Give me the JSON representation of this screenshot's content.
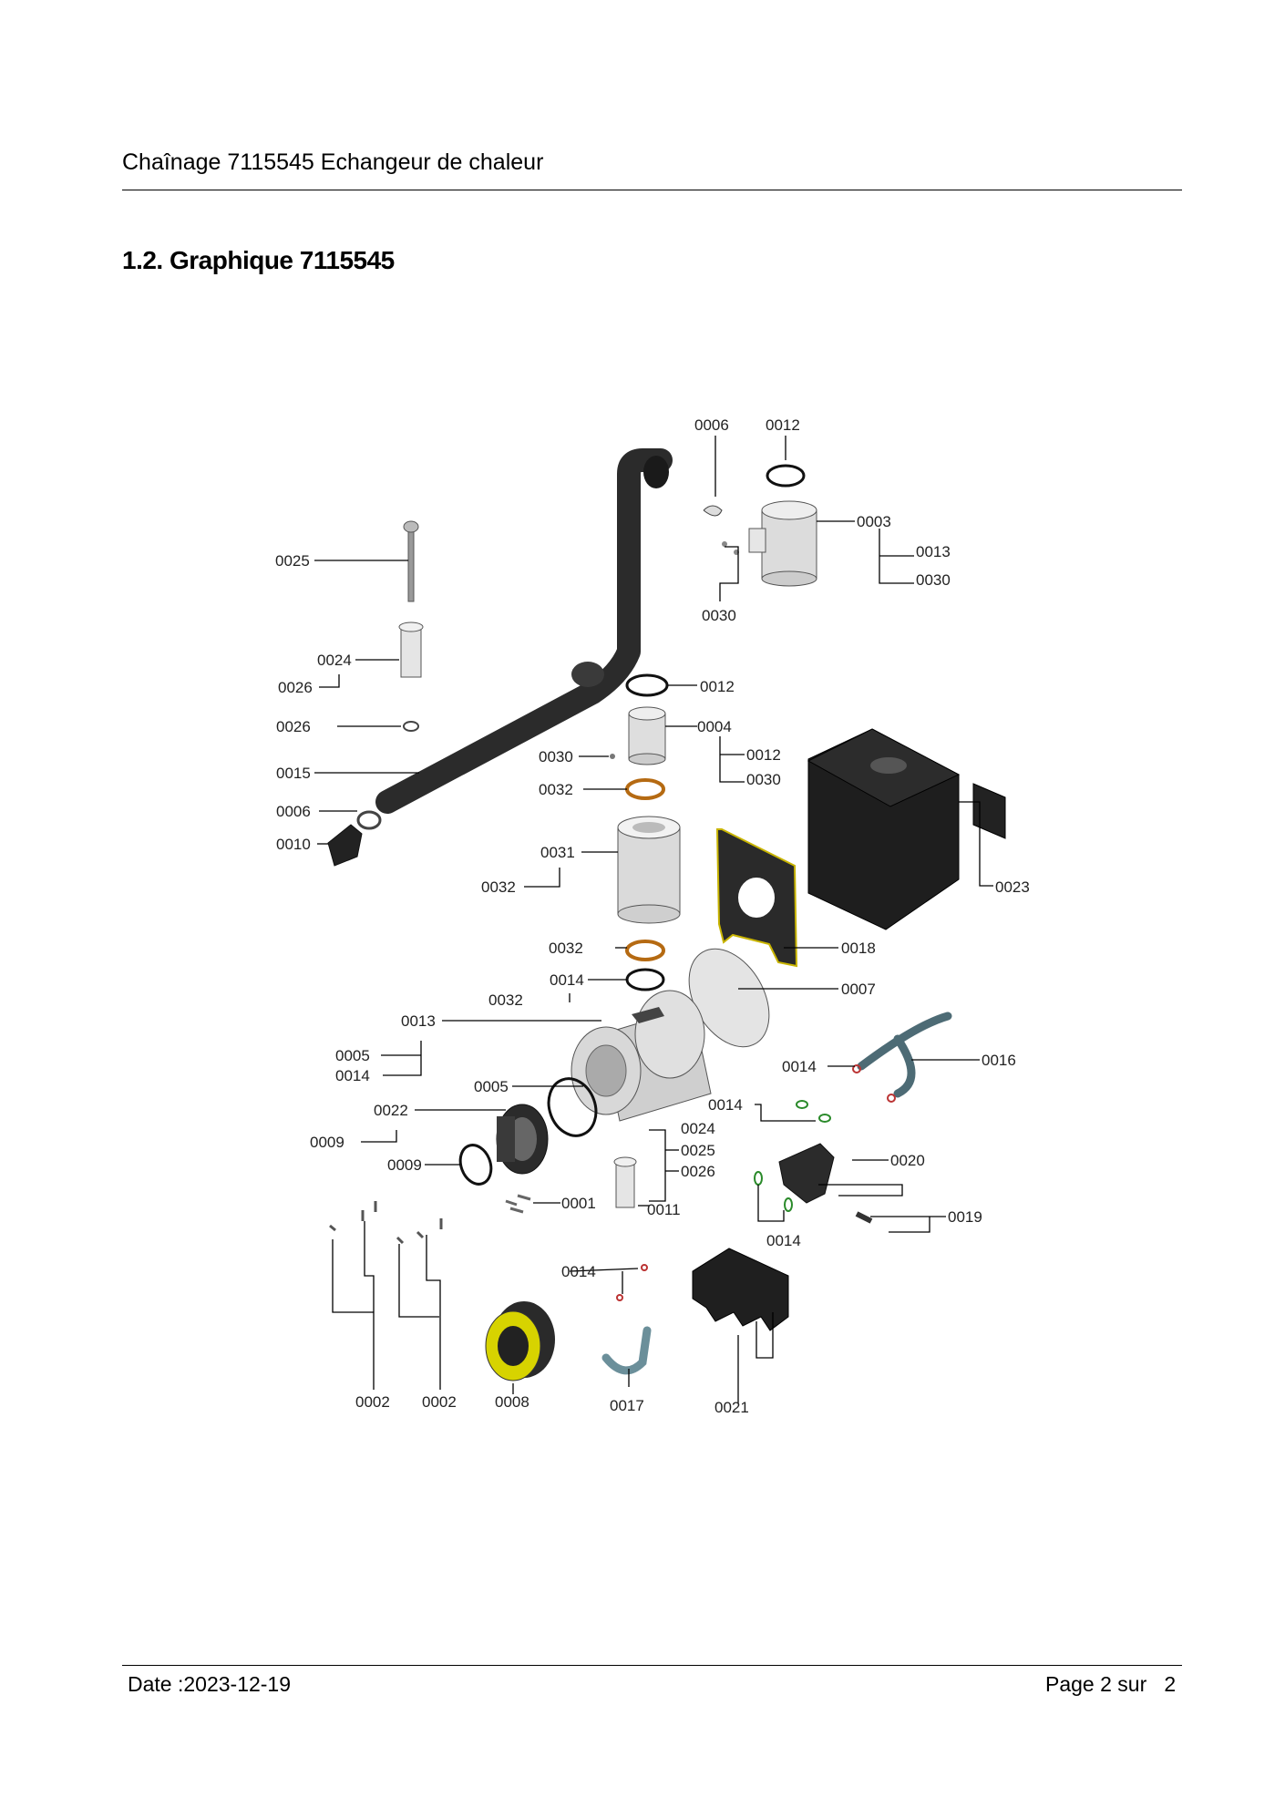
{
  "header": {
    "title": "Chaînage 7115545 Echangeur de chaleur"
  },
  "section": {
    "heading": "1.2. Graphique 7115545"
  },
  "diagram": {
    "labels": {
      "p0006_top": "0006",
      "p0012_top": "0012",
      "p0003": "0003",
      "p0013_a": "0013",
      "p0030_a": "0030",
      "p0030_b": "0030",
      "p0025_top": "0025",
      "p0024_top": "0024",
      "p0026_a": "0026",
      "p0012_mid": "0012",
      "p0026_b": "0026",
      "p0004": "0004",
      "p0030_c": "0030",
      "p0012_low": "0012",
      "p0030_d": "0030",
      "p0015": "0015",
      "p0032_a": "0032",
      "p0006_left": "0006",
      "p0010": "0010",
      "p0031": "0031",
      "p0032_b": "0032",
      "p0023": "0023",
      "p0032_c": "0032",
      "p0018": "0018",
      "p0014_a": "0014",
      "p0007": "0007",
      "p0032_d": "0032",
      "p0013_b": "0013",
      "p0005_a": "0005",
      "p0014_b": "0014",
      "p0014_c": "0014",
      "p0016": "0016",
      "p0005_b": "0005",
      "p0022": "0022",
      "p0014_d": "0014",
      "p0024_b": "0024",
      "p0009_a": "0009",
      "p0025_b": "0025",
      "p0020": "0020",
      "p0009_b": "0009",
      "p0026_c": "0026",
      "p0001": "0001",
      "p0011": "0011",
      "p0019": "0019",
      "p0014_e": "0014",
      "p0014_f": "0014",
      "p0002_a": "0002",
      "p0002_b": "0002",
      "p0008": "0008",
      "p0017": "0017",
      "p0021": "0021"
    }
  },
  "footer": {
    "date": "Date :2023-12-19",
    "page": "Page 2 sur   2"
  }
}
